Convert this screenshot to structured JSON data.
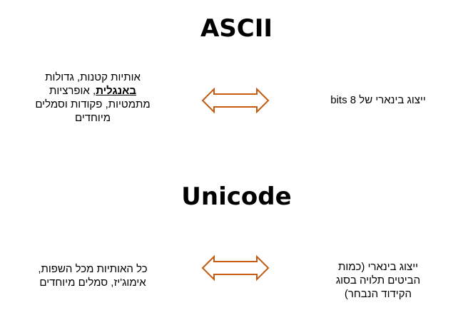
{
  "ascii": {
    "title": "ASCII",
    "left_lines": [
      "אותיות קטנות, גדולות",
      "באנגלית",
      ", אופרציות",
      "מתמטיות, פקודות וסמלים",
      "מיוחדים"
    ],
    "right_text": "ייצוג בינארי של 8 bits"
  },
  "unicode": {
    "title": "Unicode",
    "left_lines": [
      "כל האותיות מכל השפות,",
      "אימוג'יז, סמלים מיוחדים"
    ],
    "right_lines": [
      "ייצוג בינארי (כמות",
      "הביטים תלויה בסוג",
      "הקידוד הנבחר)"
    ]
  },
  "colors": {
    "arrow": "#C55A11"
  }
}
